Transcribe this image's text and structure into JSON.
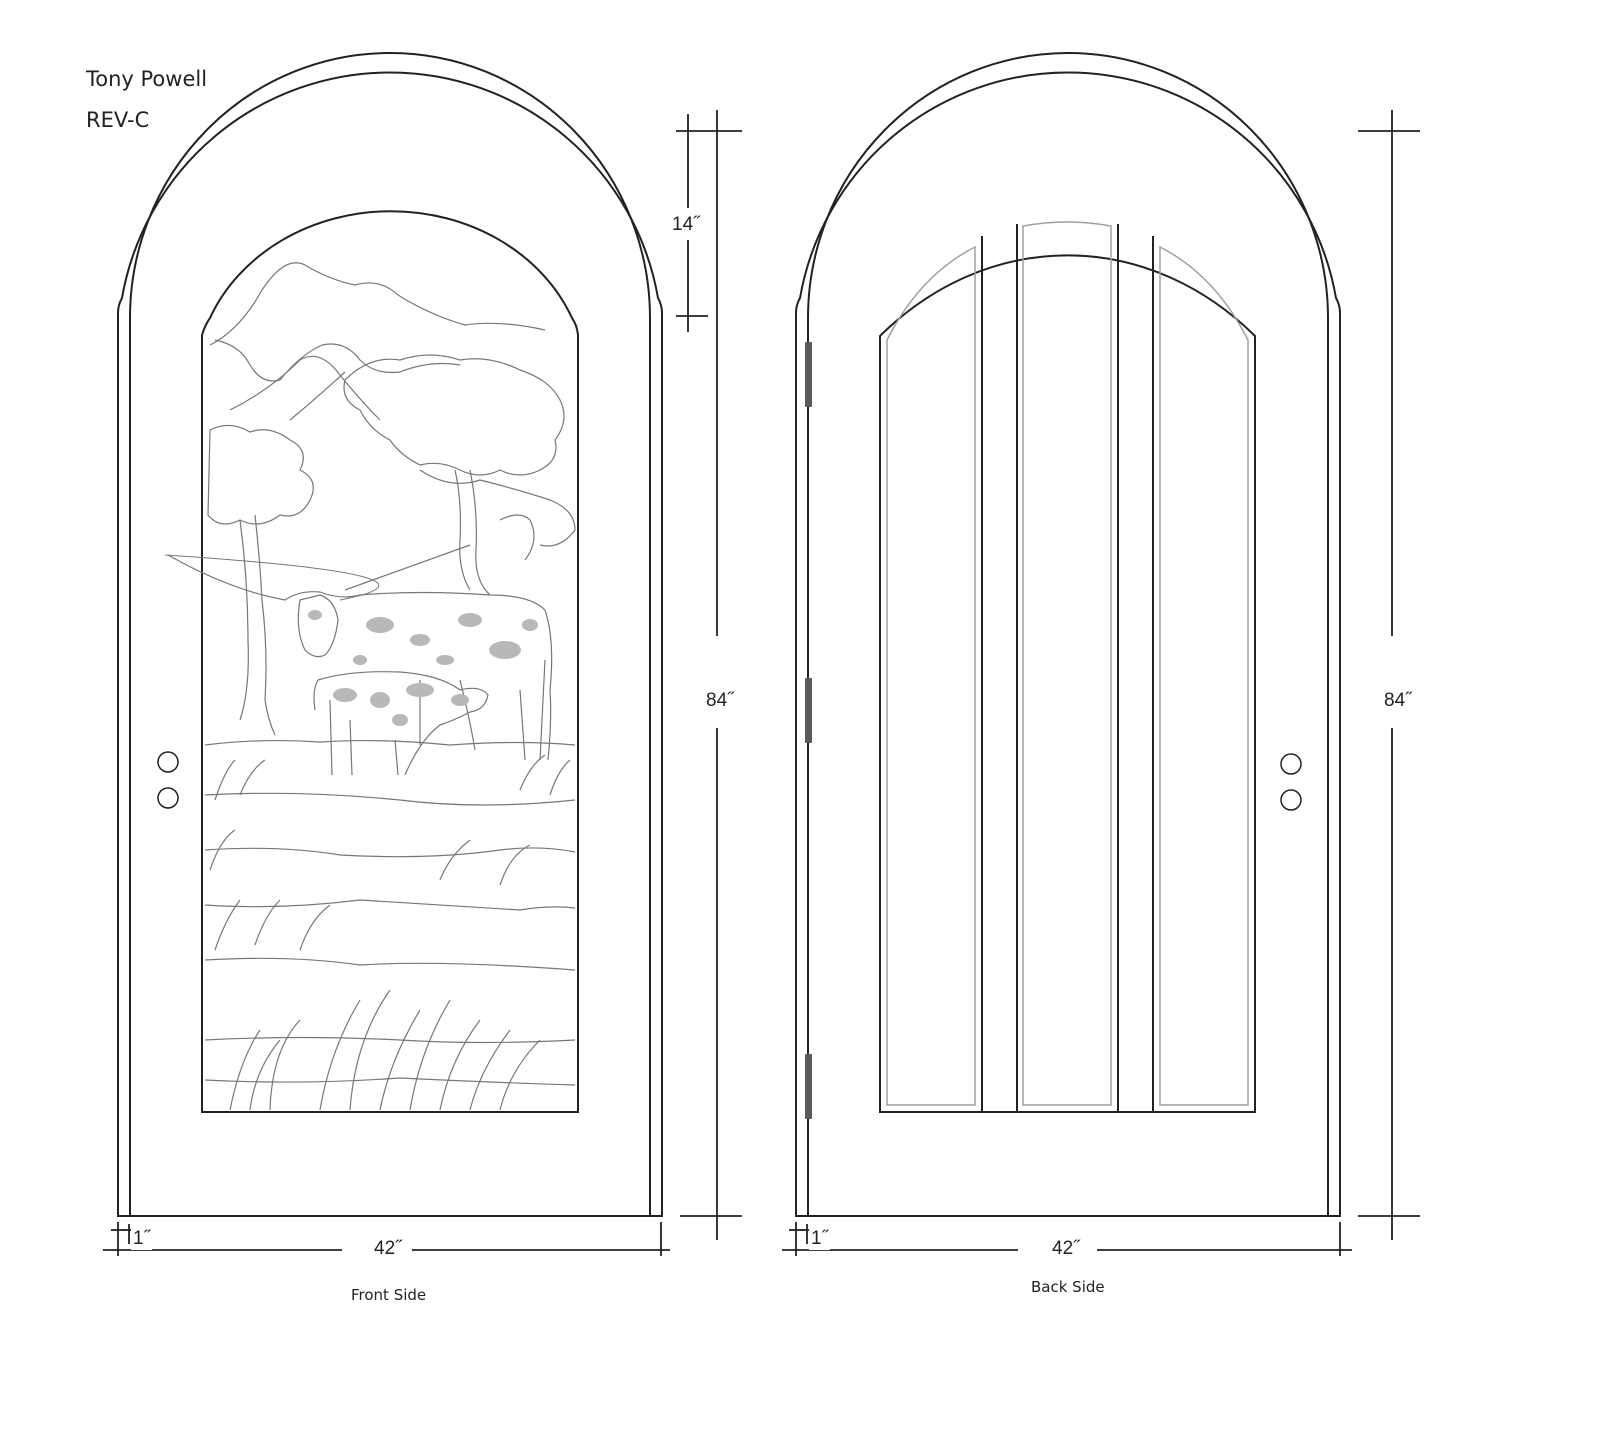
{
  "header": {
    "client_name": "Tony Powell",
    "revision": "REV-C"
  },
  "front_view": {
    "caption": "Front Side",
    "dimensions": {
      "height": "84˝",
      "width": "42˝",
      "frame": "1˝",
      "arch_rise": "14˝"
    },
    "glass": "Etched glass scene: mountains, trees, Texas longhorn cow and calf in grassland",
    "hardware": [
      "handle-hole-upper",
      "handle-hole-lower"
    ]
  },
  "back_view": {
    "caption": "Back Side",
    "dimensions": {
      "height": "84˝",
      "width": "42˝",
      "frame": "1˝"
    },
    "panels": [
      "left-panel",
      "center-panel",
      "right-panel"
    ],
    "hinges": [
      "top-hinge",
      "middle-hinge",
      "bottom-hinge"
    ],
    "hardware": [
      "handle-hole-upper",
      "handle-hole-lower"
    ]
  },
  "colors": {
    "line": "#222222",
    "hinge": "#5a5a5a",
    "inner_panel_line": "#a0a0a0",
    "sketch": "#777777",
    "cow_spots": "#b8b8b8"
  }
}
